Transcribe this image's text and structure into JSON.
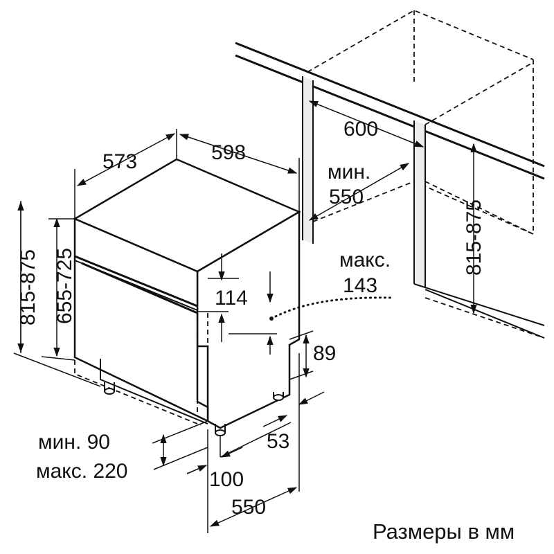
{
  "dimensions": {
    "depth": "573",
    "width": "598",
    "niche_width": "600",
    "niche_min_label": "мин.",
    "niche_min_value": "550",
    "niche_height": "815-875",
    "max_label": "макс.",
    "max_value": "143",
    "panel_gap": "114",
    "plinth_height": "89",
    "left_height_outer": "815-875",
    "left_height_inner": "655-725",
    "foot_min": "мин. 90",
    "foot_max": "макс. 220",
    "foot_offset": "100",
    "bottom_depth": "550",
    "foot_side": "53"
  },
  "caption": "Размеры в мм"
}
